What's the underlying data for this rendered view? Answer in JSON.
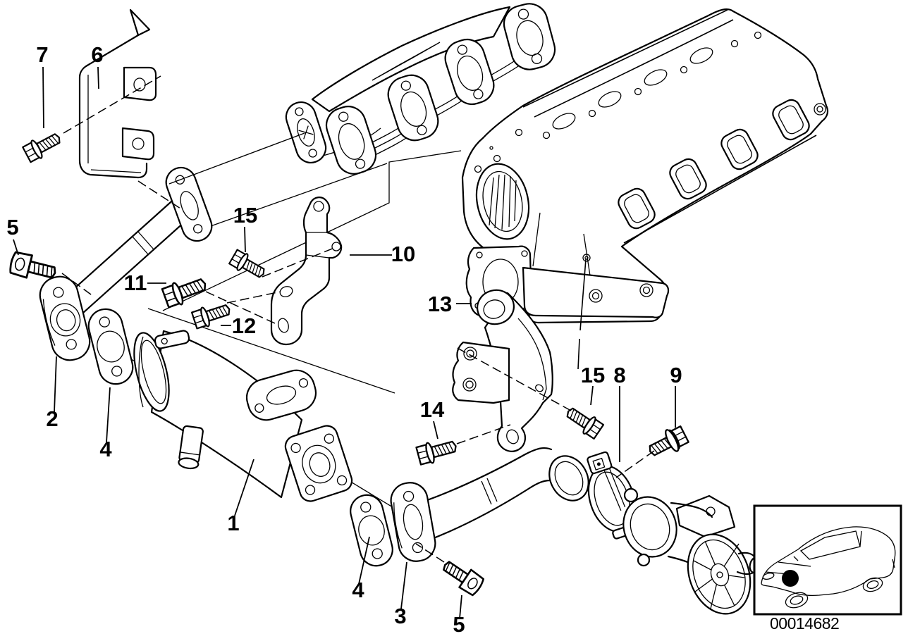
{
  "diagram": {
    "background_color": "#ffffff",
    "line_color": "#000000",
    "id_code": "00014682",
    "callouts": {
      "c1": "1",
      "c2": "2",
      "c3": "3",
      "c4a": "4",
      "c4b": "4",
      "c5a": "5",
      "c5b": "5",
      "c6": "6",
      "c7": "7",
      "c8": "8",
      "c9": "9",
      "c10": "10",
      "c11": "11",
      "c12": "12",
      "c13": "13",
      "c14": "14",
      "c15a": "15",
      "c15b": "15"
    }
  }
}
